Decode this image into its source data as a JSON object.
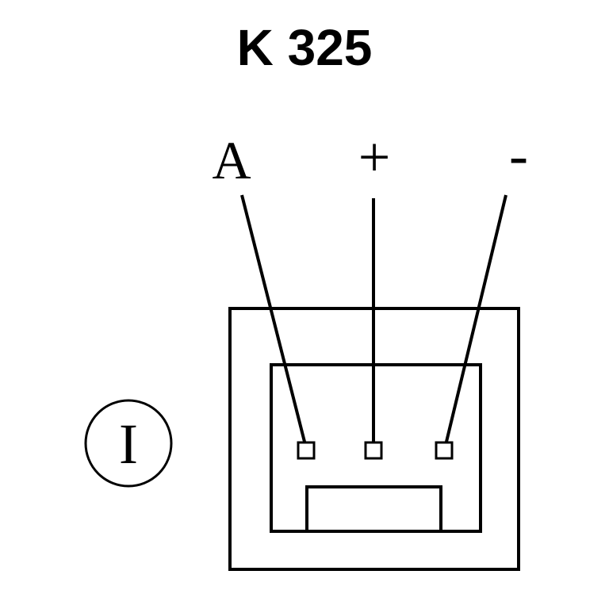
{
  "title": "K 325",
  "pins": {
    "a": "A",
    "plus": "+",
    "minus": "-"
  },
  "view_marker": "I",
  "colors": {
    "ink": "#000000",
    "background": "#ffffff"
  }
}
